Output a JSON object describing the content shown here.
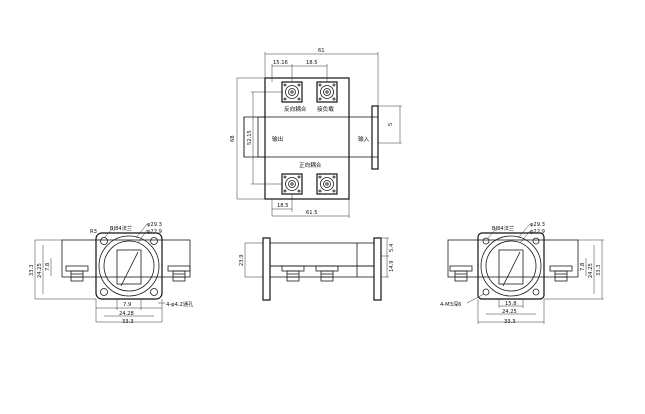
{
  "top_view": {
    "dim_overall_width": "61",
    "dim_port_offset": "15.16",
    "dim_port_spacing": "18.5",
    "dim_right_edge": "5",
    "dim_height": "68",
    "dim_inner_height": "52.15",
    "dim_bottom_port": "18.5",
    "dim_bottom_width": "61.5",
    "label_reverse_coupler": "反向耦合",
    "label_load_port": "接负载",
    "label_output": "输出",
    "label_input": "输入",
    "label_forward_coupler": "正向耦合"
  },
  "left_view": {
    "dim_r3": "R3",
    "dim_phi293": "φ29.3",
    "dim_phi229": "φ22.9",
    "label_flange": "BJ84法兰",
    "dim_h333": "33.3",
    "dim_h2425": "24.25",
    "dim_h78": "7.8",
    "dim_w79": "7.9",
    "dim_w2428": "24.28",
    "dim_w333": "33.3",
    "label_holes": "4-φ4.2通孔"
  },
  "middle_view": {
    "dim_h239": "23.9",
    "dim_r54": "5.4",
    "dim_r149": "14.9"
  },
  "right_view": {
    "dim_phi293": "φ29.3",
    "dim_phi229": "φ22.9",
    "label_flange": "BJ84法兰",
    "label_threads": "4-M3深6",
    "dim_w158": "15.8",
    "dim_w2425": "24.25",
    "dim_w333": "33.3",
    "dim_h78": "7.8",
    "dim_h2425": "24.25",
    "dim_h333": "33.3"
  }
}
